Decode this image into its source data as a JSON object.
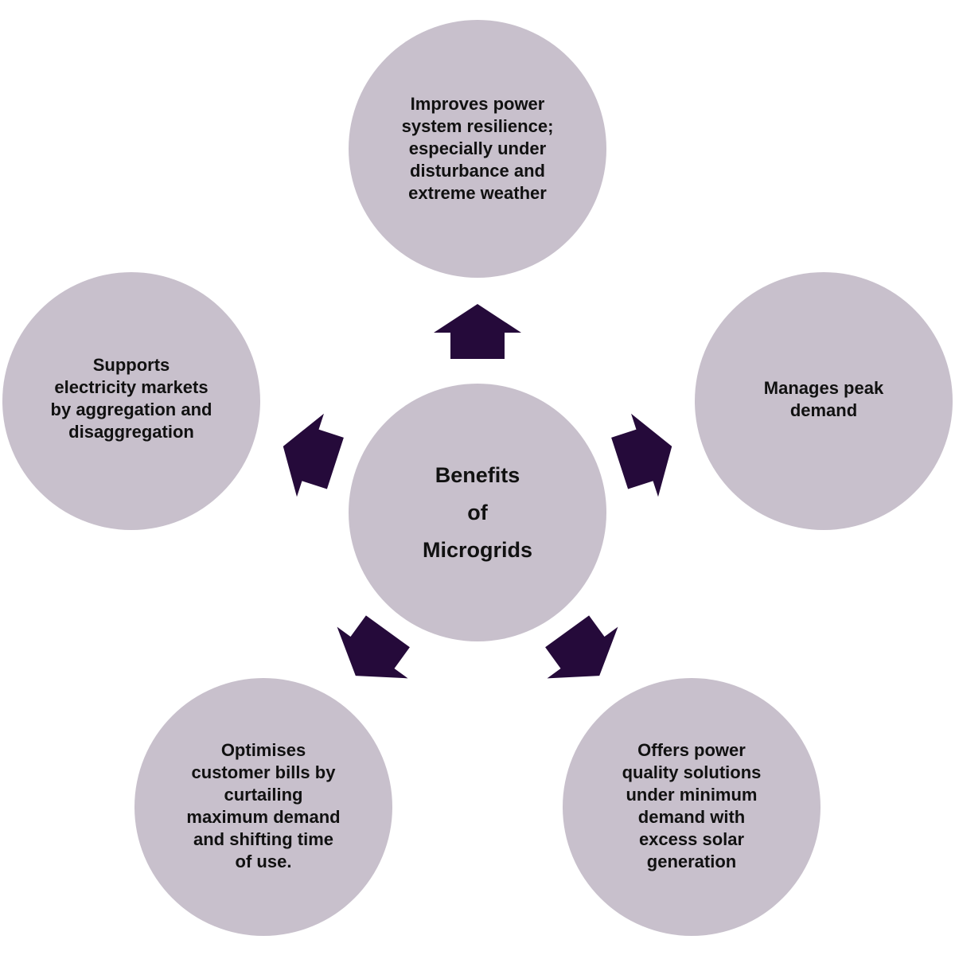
{
  "diagram": {
    "center": {
      "label": "Benefits\nof\nMicrogrids"
    },
    "nodes": {
      "top": "Improves power\nsystem resilience;\nespecially under\ndisturbance and\nextreme weather",
      "right": "Manages peak\ndemand",
      "left": "Supports\nelectricity markets\nby aggregation and\ndisaggregation",
      "bottom_left": "Optimises\ncustomer bills by\ncurtailing\nmaximum demand\nand shifting time\nof use.",
      "bottom_right": "Offers power\nquality solutions\nunder minimum\ndemand with\nexcess solar\ngeneration"
    },
    "colors": {
      "circle_fill": "#c8c0cc",
      "arrow_fill": "#250a3a",
      "text": "#111111"
    }
  }
}
